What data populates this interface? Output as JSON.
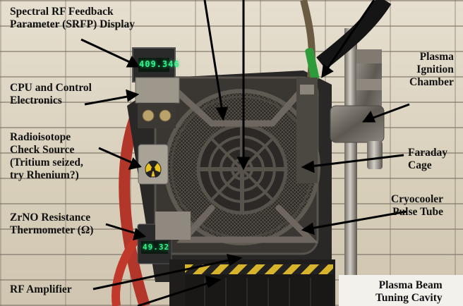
{
  "labels": {
    "srfp": {
      "line1": "Spectral RF Feedback",
      "line2": "Parameter (SRFP) Display"
    },
    "cpu": {
      "line1": "CPU and Control",
      "line2": "Electronics"
    },
    "radioisotope": {
      "line1": "Radioisotope",
      "line2": "Check Source",
      "line3": "(Tritium seized,",
      "line4": "try Rhenium?)"
    },
    "zrno": {
      "line1": "ZrNO Resistance",
      "line2": "Thermometer (Ω)"
    },
    "rf_amp": {
      "line1": "RF Amplifier"
    },
    "plasma_ignition": {
      "line1": "Plasma",
      "line2": "Ignition",
      "line3": "Chamber"
    },
    "faraday": {
      "line1": "Faraday",
      "line2": "Cage"
    },
    "cryocooler": {
      "line1": "Cryocooler",
      "line2": "Pulse Tube"
    },
    "plasma_beam": {
      "line1": "Plasma Beam",
      "line2": "Tuning Cavity"
    }
  },
  "displays": {
    "srfp_readout": "409.346",
    "thermometer_readout": "49.32"
  },
  "colors": {
    "lcd_green": "#36f08a",
    "wall": "#ddd4c2",
    "red_hose": "#c0392b",
    "valve_green": "#2e9b3a"
  }
}
